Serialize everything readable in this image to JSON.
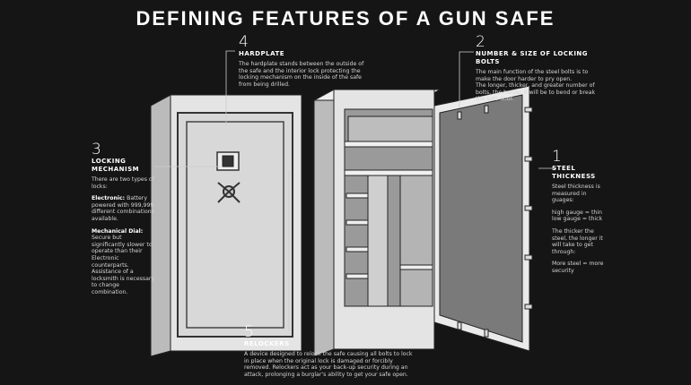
{
  "title": "DEFINING FEATURES OF A GUN SAFE",
  "features": {
    "hardplate": {
      "number": "4",
      "heading": "HARDPLATE",
      "text": "The hardplate stands between the outside of the safe and the interior lock protecting the locking mechanism on the inside of the safe from being drilled."
    },
    "bolts": {
      "number": "2",
      "heading": "NUMBER & SIZE OF LOCKING BOLTS",
      "text1": "The main function of the steel bolts is to make the door harder to pry open.",
      "text2": "The longer, thicker, and greater number of bolts, the harder it will be to bend or break the safe door."
    },
    "locking": {
      "number": "3",
      "heading": "LOCKING MECHANISM",
      "intro": "There are two types of locks:",
      "electronic_label": "Electronic:",
      "electronic_text": " Battery powered with 999,999 different combinations available.",
      "dial_label": "Mechanical Dial:",
      "dial_text": " Secure but significantly slower to operate than their Electronic counterparts. Assistance of a locksmith is necessary to change combination."
    },
    "steel": {
      "number": "1",
      "heading": "STEEL THICKNESS",
      "p1": "Steel thickness is measured in guages:",
      "p2a": "high gauge = thin",
      "p2b": "low gauge = thick",
      "p3": "The thicker the steel, the longer it will take to get through:",
      "p4": "More steel = more security"
    },
    "relockers": {
      "number": "5",
      "heading": "RELOCKERS",
      "text": "A device designed to relock the safe causing all bolts to lock in place when the original lock is damaged or forcibly removed.  Relockers act as your back-up security during an attack, prolonging a burglar's ability to get your safe open."
    }
  }
}
